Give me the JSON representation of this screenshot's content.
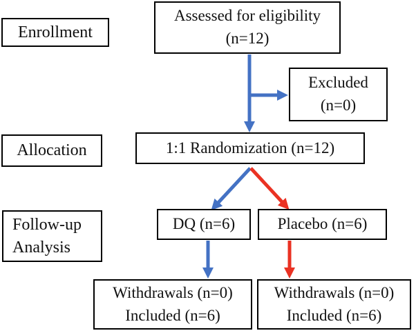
{
  "diagram": {
    "type": "consort-flow",
    "colors": {
      "arrow_blue": "#4472C4",
      "arrow_red": "#EA3223",
      "box_border": "#000000",
      "background": "#FFFFFF"
    },
    "stage_labels": {
      "enrollment": {
        "text": "Enrollment"
      },
      "allocation": {
        "text": "Allocation"
      },
      "followup": {
        "line1": "Follow-up",
        "line2": "Analysis"
      }
    },
    "nodes": {
      "assessed": {
        "line1": "Assessed for eligibility",
        "line2": "(n=12)"
      },
      "excluded": {
        "line1": "Excluded",
        "line2": "(n=0)"
      },
      "randomization": {
        "text": "1:1 Randomization (n=12)"
      },
      "dq": {
        "text": "DQ (n=6)"
      },
      "placebo": {
        "text": "Placebo (n=6)"
      },
      "dq_outcome": {
        "line1": "Withdrawals (n=0)",
        "line2": "Included (n=6)"
      },
      "placebo_outcome": {
        "line1": "Withdrawals (n=0)",
        "line2": "Included (n=6)"
      }
    }
  }
}
